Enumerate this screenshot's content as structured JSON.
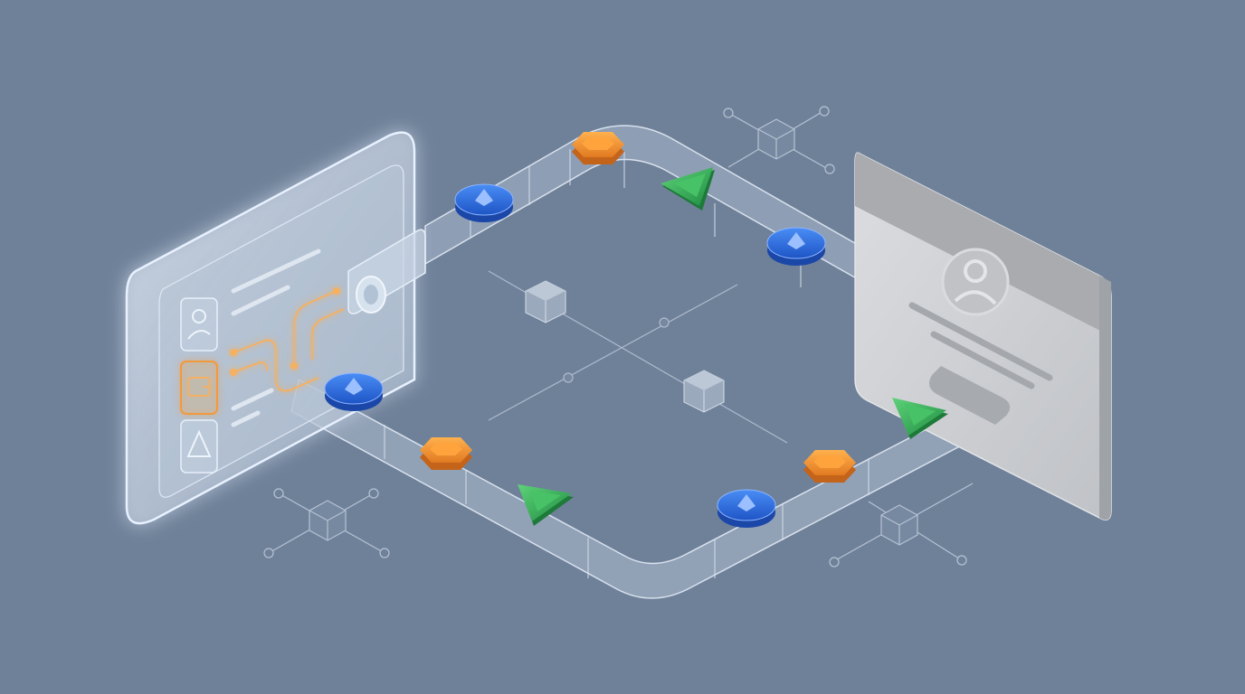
{
  "palette": {
    "background": "#6f8199",
    "track": "#a8b8cc",
    "wallet_glow": "#cfe2ff",
    "wallet_card": "#b9c9dc",
    "accent_orange": "#f29a3a",
    "token_blue": "#2f6fe0",
    "token_green": "#34b35a",
    "profile_card": "#cdcfd2",
    "profile_header": "#a9abae"
  },
  "wallet_panel": {
    "icons": [
      "user-icon",
      "wallet-icon",
      "triangle-icon"
    ],
    "active_icon": "wallet-icon"
  },
  "conveyor": {
    "tokens": [
      "eth-coin",
      "orange-hex",
      "green-triangle",
      "eth-coin",
      "orange-hex",
      "green-triangle",
      "eth-coin",
      "orange-hex",
      "green-triangle",
      "eth-coin"
    ]
  },
  "profile_card": {
    "icons": [
      "avatar-icon"
    ]
  },
  "network_nodes": [
    "cube-node",
    "cube-node",
    "cube-node",
    "cube-node",
    "cube-node"
  ]
}
